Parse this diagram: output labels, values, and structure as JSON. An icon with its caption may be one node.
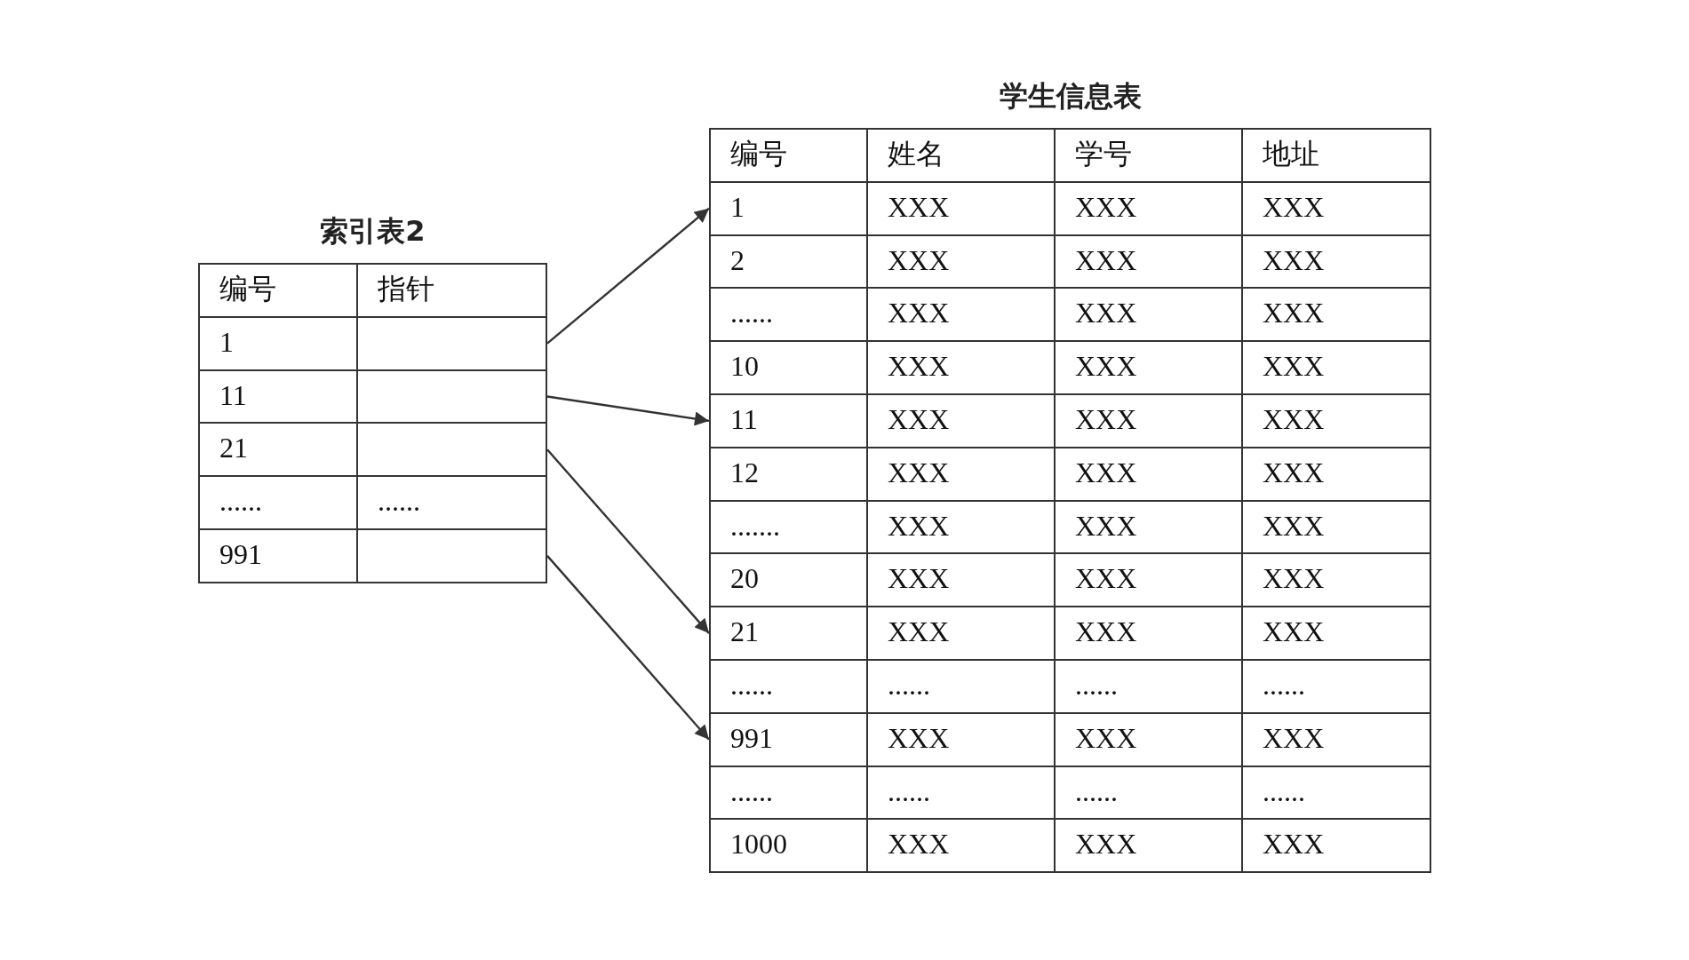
{
  "diagram": {
    "nodes": [
      {
        "text": [
          "索引表2"
        ]
      },
      {
        "text": [],
        "shape": "box",
        "in": 0
      },
      {
        "text": [],
        "shape": "box",
        "in": 0
      },
      {
        "text": [],
        "shape": "box",
        "in": 0
      },
      {
        "text": [],
        "shape": "box",
        "in": 0
      },
      {
        "text": [
          "学生信息表"
        ]
      },
      {
        "text": [
          "1"
        ],
        "in": 5
      },
      {
        "text": [
          "11"
        ],
        "in": 5
      },
      {
        "text": [
          "21"
        ],
        "in": 5
      },
      {
        "text": [
          "991"
        ],
        "in": 5
      }
    ],
    "edges": [
      {
        "from": 1,
        "to": 6,
        "arrow": "to"
      },
      {
        "from": 2,
        "to": 7,
        "arrow": "to"
      },
      {
        "from": 3,
        "to": 8,
        "arrow": "to"
      },
      {
        "from": 4,
        "to": 9,
        "arrow": "to"
      }
    ],
    "labels": [
      "编号",
      "指针",
      "1",
      "11",
      "21",
      "......",
      "......",
      "991",
      "编号",
      "姓名",
      "学号",
      "地址",
      "XXX",
      "XXX",
      "XXX",
      "2",
      "XXX",
      "XXX",
      "XXX",
      "......",
      "XXX",
      "XXX",
      "XXX",
      "10",
      "XXX",
      "XXX",
      "XXX",
      "XXX",
      "XXX",
      "XXX",
      "12",
      "XXX",
      "XXX",
      "XXX",
      ".......",
      "XXX",
      "XXX",
      "XXX",
      "20",
      "XXX",
      "XXX",
      "XXX",
      "XXX",
      "XXX",
      "XXX",
      "......",
      "......",
      "......",
      "......",
      "XXX",
      "XXX",
      "XXX",
      "......",
      "......",
      "......",
      "......",
      "1000",
      "XXX",
      "XXX",
      "XXX"
    ]
  }
}
